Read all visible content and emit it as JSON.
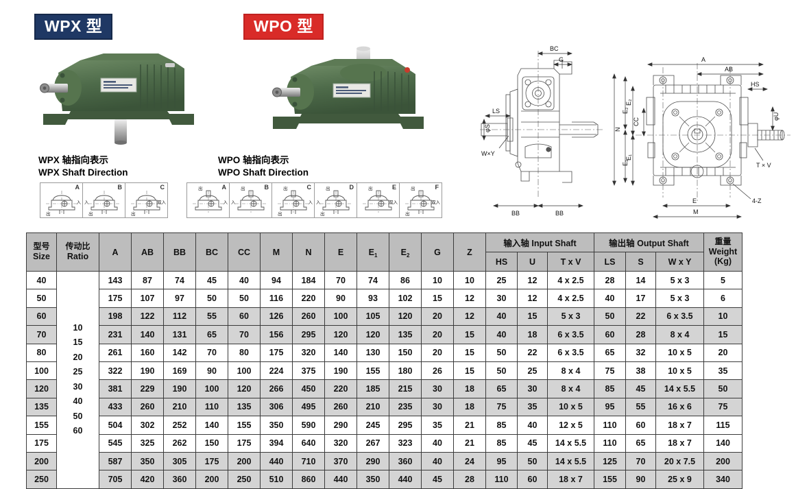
{
  "products": [
    {
      "badge": "WPX 型",
      "badge_color": "#1f3864",
      "caption": "WPX 轴指向表示\nWPX Shaft Direction"
    },
    {
      "badge": "WPO 型",
      "badge_color": "#d92b28",
      "caption": "WPO 轴指向表示\nWPO Shaft Direction"
    }
  ],
  "shaft_directions": {
    "wpx": [
      {
        "letter": "A",
        "in": "入",
        "in_side": "right",
        "out_bottom": "出",
        "out_top": ""
      },
      {
        "letter": "B",
        "in": "入",
        "in_side": "left",
        "out_bottom": "出",
        "out_top": ""
      },
      {
        "letter": "C",
        "in": "双入",
        "in_side": "right",
        "out_bottom": "出",
        "out_top": ""
      }
    ],
    "wpo": [
      {
        "letter": "A",
        "in": "入",
        "in_side": "right",
        "out_top": "出",
        "out_bottom": ""
      },
      {
        "letter": "B",
        "in": "入",
        "in_side": "left",
        "out_top": "出",
        "out_bottom": ""
      },
      {
        "letter": "C",
        "in": "入",
        "in_side": "right",
        "out_top": "出",
        "out_bottom": "出"
      },
      {
        "letter": "D",
        "in": "入",
        "in_side": "left",
        "out_top": "出",
        "out_bottom": "出"
      },
      {
        "letter": "E",
        "in": "双入",
        "in_side": "right",
        "out_top": "出",
        "out_bottom": ""
      },
      {
        "letter": "F",
        "in": "双入",
        "in_side": "right",
        "out_top": "出",
        "out_bottom": "出"
      }
    ]
  },
  "drawings": {
    "side_view_labels": [
      "BC",
      "G",
      "LS",
      "φS",
      "W×Y",
      "BB",
      "BB",
      "N",
      "E₂",
      "E₁"
    ],
    "front_view_labels": [
      "A",
      "AB",
      "HS",
      "φU",
      "T × V",
      "E₂",
      "CC",
      "E₁",
      "E",
      "M",
      "4-Z"
    ]
  },
  "table": {
    "headers": {
      "size": "型号\nSize",
      "size_cn": "型号",
      "size_en": "Size",
      "ratio_cn": "传动比",
      "ratio_en": "Ratio",
      "dims": [
        "A",
        "AB",
        "BB",
        "BC",
        "CC",
        "M",
        "N",
        "E",
        "E1",
        "E2",
        "G",
        "Z"
      ],
      "input_shaft": "输入轴 Input Shaft",
      "output_shaft": "输出轴 Output Shaft",
      "input_sub": [
        "HS",
        "U",
        "T x V"
      ],
      "output_sub": [
        "LS",
        "S",
        "W x Y"
      ],
      "weight_cn": "重量",
      "weight_en": "Weight",
      "weight_unit": "(Kg)"
    },
    "ratios": [
      "10",
      "15",
      "20",
      "25",
      "30",
      "40",
      "50",
      "60"
    ],
    "rows": [
      {
        "size": "40",
        "A": "143",
        "AB": "87",
        "BB": "74",
        "BC": "45",
        "CC": "40",
        "M": "94",
        "N": "184",
        "E": "70",
        "E1": "74",
        "E2": "86",
        "G": "10",
        "Z": "10",
        "HS": "25",
        "U": "12",
        "TxV": "4 x 2.5",
        "LS": "28",
        "S": "14",
        "WxY": "5 x 3",
        "weight": "5",
        "shaded": false
      },
      {
        "size": "50",
        "A": "175",
        "AB": "107",
        "BB": "97",
        "BC": "50",
        "CC": "50",
        "M": "116",
        "N": "220",
        "E": "90",
        "E1": "93",
        "E2": "102",
        "G": "15",
        "Z": "12",
        "HS": "30",
        "U": "12",
        "TxV": "4 x 2.5",
        "LS": "40",
        "S": "17",
        "WxY": "5 x 3",
        "weight": "6",
        "shaded": false
      },
      {
        "size": "60",
        "A": "198",
        "AB": "122",
        "BB": "112",
        "BC": "55",
        "CC": "60",
        "M": "126",
        "N": "260",
        "E": "100",
        "E1": "105",
        "E2": "120",
        "G": "20",
        "Z": "12",
        "HS": "40",
        "U": "15",
        "TxV": "5 x 3",
        "LS": "50",
        "S": "22",
        "WxY": "6 x 3.5",
        "weight": "10",
        "shaded": true
      },
      {
        "size": "70",
        "A": "231",
        "AB": "140",
        "BB": "131",
        "BC": "65",
        "CC": "70",
        "M": "156",
        "N": "295",
        "E": "120",
        "E1": "120",
        "E2": "135",
        "G": "20",
        "Z": "15",
        "HS": "40",
        "U": "18",
        "TxV": "6 x 3.5",
        "LS": "60",
        "S": "28",
        "WxY": "8 x 4",
        "weight": "15",
        "shaded": true
      },
      {
        "size": "80",
        "A": "261",
        "AB": "160",
        "BB": "142",
        "BC": "70",
        "CC": "80",
        "M": "175",
        "N": "320",
        "E": "140",
        "E1": "130",
        "E2": "150",
        "G": "20",
        "Z": "15",
        "HS": "50",
        "U": "22",
        "TxV": "6 x 3.5",
        "LS": "65",
        "S": "32",
        "WxY": "10 x 5",
        "weight": "20",
        "shaded": false
      },
      {
        "size": "100",
        "A": "322",
        "AB": "190",
        "BB": "169",
        "BC": "90",
        "CC": "100",
        "M": "224",
        "N": "375",
        "E": "190",
        "E1": "155",
        "E2": "180",
        "G": "26",
        "Z": "15",
        "HS": "50",
        "U": "25",
        "TxV": "8 x 4",
        "LS": "75",
        "S": "38",
        "WxY": "10 x 5",
        "weight": "35",
        "shaded": false
      },
      {
        "size": "120",
        "A": "381",
        "AB": "229",
        "BB": "190",
        "BC": "100",
        "CC": "120",
        "M": "266",
        "N": "450",
        "E": "220",
        "E1": "185",
        "E2": "215",
        "G": "30",
        "Z": "18",
        "HS": "65",
        "U": "30",
        "TxV": "8 x 4",
        "LS": "85",
        "S": "45",
        "WxY": "14 x 5.5",
        "weight": "50",
        "shaded": true
      },
      {
        "size": "135",
        "A": "433",
        "AB": "260",
        "BB": "210",
        "BC": "110",
        "CC": "135",
        "M": "306",
        "N": "495",
        "E": "260",
        "E1": "210",
        "E2": "235",
        "G": "30",
        "Z": "18",
        "HS": "75",
        "U": "35",
        "TxV": "10 x 5",
        "LS": "95",
        "S": "55",
        "WxY": "16 x 6",
        "weight": "75",
        "shaded": true
      },
      {
        "size": "155",
        "A": "504",
        "AB": "302",
        "BB": "252",
        "BC": "140",
        "CC": "155",
        "M": "350",
        "N": "590",
        "E": "290",
        "E1": "245",
        "E2": "295",
        "G": "35",
        "Z": "21",
        "HS": "85",
        "U": "40",
        "TxV": "12 x 5",
        "LS": "110",
        "S": "60",
        "WxY": "18 x 7",
        "weight": "115",
        "shaded": false
      },
      {
        "size": "175",
        "A": "545",
        "AB": "325",
        "BB": "262",
        "BC": "150",
        "CC": "175",
        "M": "394",
        "N": "640",
        "E": "320",
        "E1": "267",
        "E2": "323",
        "G": "40",
        "Z": "21",
        "HS": "85",
        "U": "45",
        "TxV": "14 x 5.5",
        "LS": "110",
        "S": "65",
        "WxY": "18 x 7",
        "weight": "140",
        "shaded": false
      },
      {
        "size": "200",
        "A": "587",
        "AB": "350",
        "BB": "305",
        "BC": "175",
        "CC": "200",
        "M": "440",
        "N": "710",
        "E": "370",
        "E1": "290",
        "E2": "360",
        "G": "40",
        "Z": "24",
        "HS": "95",
        "U": "50",
        "TxV": "14 x 5.5",
        "LS": "125",
        "S": "70",
        "WxY": "20 x 7.5",
        "weight": "200",
        "shaded": true
      },
      {
        "size": "250",
        "A": "705",
        "AB": "420",
        "BB": "360",
        "BC": "200",
        "CC": "250",
        "M": "510",
        "N": "860",
        "E": "440",
        "E1": "350",
        "E2": "440",
        "G": "45",
        "Z": "28",
        "HS": "110",
        "U": "60",
        "TxV": "18 x 7",
        "LS": "155",
        "S": "90",
        "WxY": "25 x 9",
        "weight": "340",
        "shaded": true
      }
    ]
  },
  "colors": {
    "wpx_badge": "#1f3864",
    "wpo_badge": "#d92b28",
    "header_bg": "#bdbdbd",
    "row_shaded": "#d4d4d4",
    "gearbox_green": "#4e6b4a"
  }
}
